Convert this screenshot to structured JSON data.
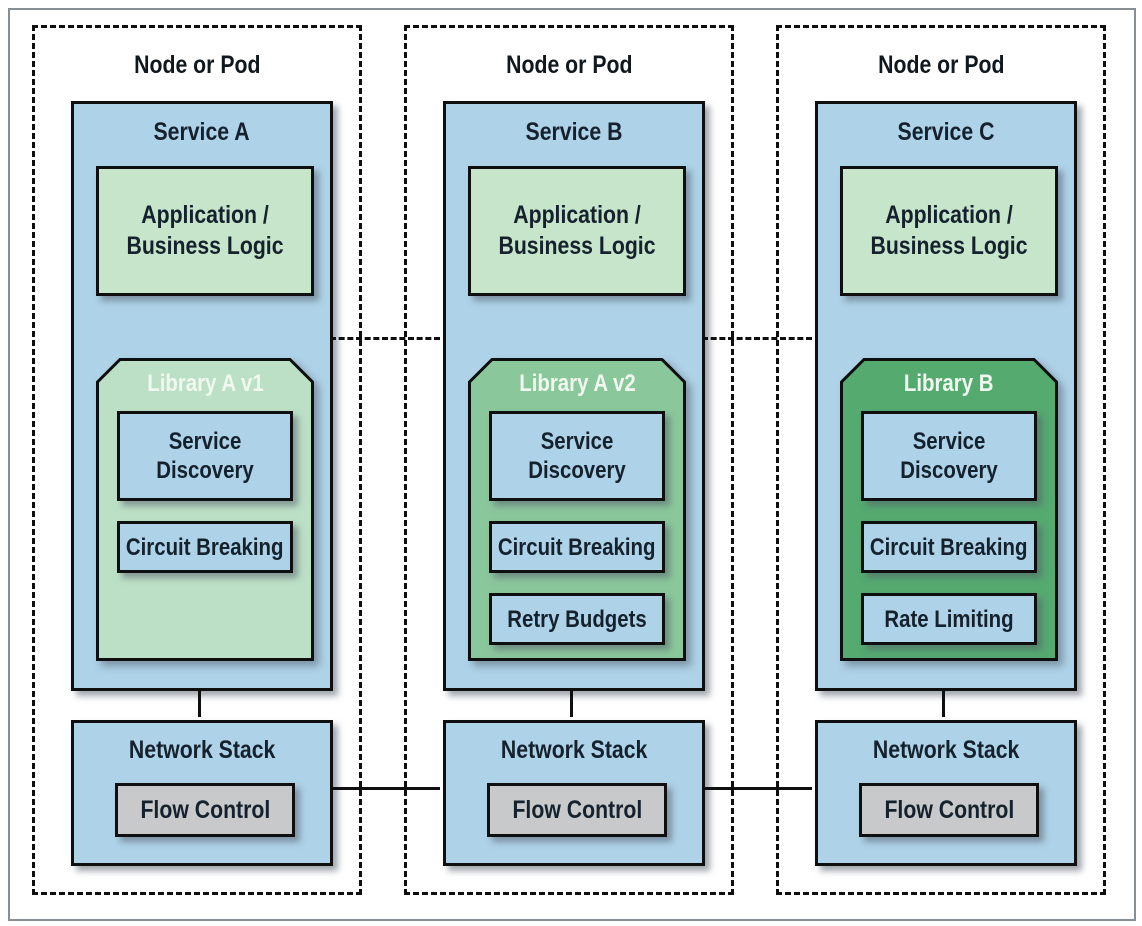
{
  "palette": {
    "blue": "#aed2e8",
    "app_green": "#c6e5cb",
    "flow_gray": "#c8c9ca",
    "line": "#0f0f0f",
    "frame_gray": "#878e96",
    "text_dark": "#15222e",
    "text_light": "#f0f8ef"
  },
  "diagram": {
    "pod_label": "Node or Pod",
    "services": [
      {
        "name": "Service A",
        "app_label": "Application / Business Logic",
        "library": {
          "name": "Library A v1",
          "color": "#bce0c6",
          "features": [
            "Service Discovery",
            "Circuit Breaking"
          ]
        },
        "network": {
          "name": "Network Stack",
          "inner": "Flow Control"
        }
      },
      {
        "name": "Service B",
        "app_label": "Application / Business Logic",
        "library": {
          "name": "Library A v2",
          "color": "#8ac79b",
          "features": [
            "Service Discovery",
            "Circuit Breaking",
            "Retry Budgets"
          ]
        },
        "network": {
          "name": "Network Stack",
          "inner": "Flow Control"
        }
      },
      {
        "name": "Service C",
        "app_label": "Application / Business Logic",
        "library": {
          "name": "Library B",
          "color": "#55aa70",
          "features": [
            "Service Discovery",
            "Circuit Breaking",
            "Rate Limiting"
          ]
        },
        "network": {
          "name": "Network Stack",
          "inner": "Flow Control"
        }
      }
    ]
  }
}
